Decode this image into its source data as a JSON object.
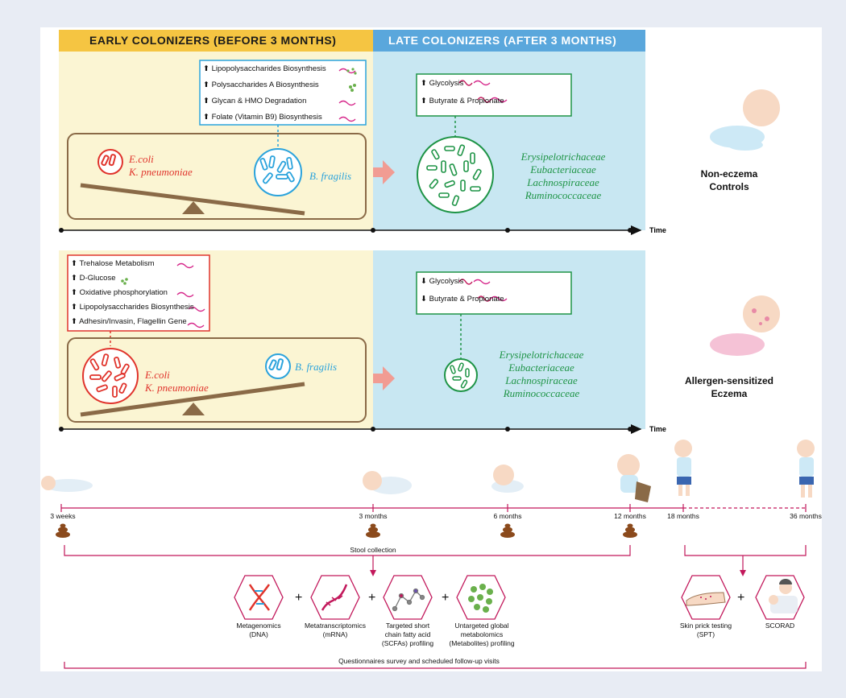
{
  "colors": {
    "early_bg": "#fbf5d3",
    "late_bg": "#c8e7f2",
    "early_header": "#f5c542",
    "late_header": "#5aa7dc",
    "red": "#e0342c",
    "blue": "#2ba3dc",
    "green": "#1e9446",
    "brown": "#8a6a47",
    "magenta": "#c2185b"
  },
  "headers": {
    "early": "EARLY COLONIZERS (BEFORE 3 MONTHS)",
    "late": "LATE COLONIZERS (AFTER 3 MONTHS)"
  },
  "panel_top": {
    "early_pathways": [
      "Lipopolysaccharides Biosynthesis",
      "Polysaccharides A Biosynthesis",
      "Glycan & HMO Degradation",
      "Folate (Vitamin B9) Biosynthesis"
    ],
    "early_red_taxa": [
      "E.coli",
      "K. pneumoniae"
    ],
    "early_blue_taxon": "B. fragilis",
    "late_pathways": [
      "Glycolysis",
      "Butyrate & Propionate"
    ],
    "late_taxa": [
      "Erysipelotrichaceae",
      "Eubacteriaceae",
      "Lachnospiraceae",
      "Ruminococcaceae"
    ],
    "group_label": "Non-eczema\nControls",
    "time_label": "Time"
  },
  "panel_bottom": {
    "early_pathways": [
      "Trehalose Metabolism",
      "D-Glucose",
      "Oxidative phosphorylation",
      "Lipopolysaccharides Biosynthesis",
      "Adhesin/Invasin, Flagellin Gene"
    ],
    "early_red_taxa": [
      "E.coli",
      "K. pneumoniae"
    ],
    "early_blue_taxon": "B. fragilis",
    "late_pathways": [
      "Glycolysis",
      "Butyrate & Propionate"
    ],
    "late_taxa": [
      "Erysipelotrichaceae",
      "Eubacteriaceae",
      "Lachnospiraceae",
      "Ruminococcaceae"
    ],
    "group_label": "Allergen-sensitized\nEczema",
    "time_label": "Time"
  },
  "timeline": {
    "points": [
      "3 weeks",
      "3 months",
      "6 months",
      "12 months",
      "18 months",
      "36 months"
    ],
    "stool_label": "Stool collection"
  },
  "methods": [
    {
      "icon": "dna-icon",
      "label": "Metagenomics\n(DNA)"
    },
    {
      "icon": "rna-icon",
      "label": "Metatranscriptomics\n(mRNA)"
    },
    {
      "icon": "molecule-icon",
      "label": "Targeted short\nchain fatty acid\n(SCFAs) profiling"
    },
    {
      "icon": "metabolites-icon",
      "label": "Untargeted global\nmetabolomics\n(Metabolites) profiling"
    }
  ],
  "clinical": [
    {
      "icon": "arm-icon",
      "label": "Skin prick testing\n(SPT)"
    },
    {
      "icon": "doctor-icon",
      "label": "SCORAD"
    }
  ],
  "footer": "Questionnaires survey and scheduled follow-up visits"
}
